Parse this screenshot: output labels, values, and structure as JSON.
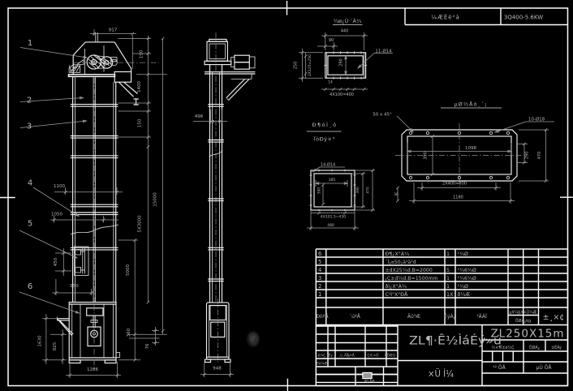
{
  "drawing": {
    "type": "CAD assembly drawing, bucket elevator",
    "background": "#000000",
    "line_color": "#ffffff",
    "dim_color": "#9f9f9f"
  },
  "top_bar": {
    "cell1": "¼ÆÈë²á",
    "cell2": "3Q400-5.6KW"
  },
  "front_view": {
    "balloons": [
      "1",
      "2",
      "3",
      "4",
      "5",
      "6"
    ],
    "dims": {
      "d917": "917",
      "d190": "190",
      "d1400": "1400",
      "d150": "150",
      "d15000": "15000",
      "d5x3000": "5X3000",
      "d5000": "5000",
      "d1100": "1100",
      "d1050": "1050",
      "d450": "450",
      "d950": "950",
      "d1630": "1630",
      "d825": "825",
      "d1286": "1286",
      "d360": "360",
      "d76": "76"
    }
  },
  "side_view": {
    "dims": {
      "d496": "496",
      "d948": "948"
    }
  },
  "detail_flange_top": {
    "title": "¼ø¿Ú·¨À¼",
    "dims": {
      "d440": "440",
      "d90": "90",
      "d290": "290",
      "d250": "250",
      "d2x125": "2X125=250",
      "d4x100": "4X100=400",
      "d14": "14",
      "holes": "11-Ø14"
    }
  },
  "note_fraction": {
    "line1": "Ð¶óÌ¸ó",
    "line2": "ÏòÐý×°"
  },
  "chamfer_note": "50 x 45°",
  "detail_flange_inlet": {
    "holes": "14-Ø14",
    "dims": {
      "d385": "385",
      "d390_inner": "390",
      "d390_right": "390",
      "d470_right": "470",
      "d4x101": "4X101.5=430",
      "d480": "480"
    }
  },
  "detail_foundation": {
    "title": "µØ½Åò¸´¡",
    "holes": "10-Ø18",
    "dims": {
      "d1098": "1098",
      "d390": "390",
      "d290": "290",
      "d470": "470",
      "d2x400": "2X400=800",
      "d1180": "1180",
      "d36": "36"
    }
  },
  "parts_table": {
    "header": {
      "no": "ÐòºÅ",
      "code": "´úºÅ",
      "name": "Ãû³Æ",
      "qty": "ÊýÁ¿",
      "material": "²ÄÁÏ",
      "weight_top": "µ¥¼þX×Ü¼Æ",
      "weight_bottom": "ÖØÁ¿kg",
      "remark": "±¸×¢"
    },
    "rows": [
      {
        "no": "6",
        "code": "",
        "name": "Ð¶¿X°À¼",
        "qty": "1",
        "material": "¹¼Ø"
      },
      {
        "no": "5",
        "code": "",
        "name": "´Ì¡¤50¡ä¹ä¹d",
        "qty": "",
        "material": ""
      },
      {
        "no": "4",
        "code": "",
        "name": "±dX25¼d.B=2000",
        "qty": "5",
        "material": "¹¼6¼Ø"
      },
      {
        "no": "3",
        "code": "",
        "name": "¡Ç±d¼d.B=1500mm",
        "qty": "1",
        "material": "¹¼6¼Ø"
      },
      {
        "no": "2",
        "code": "",
        "name": "ðÌ¿X°À¼",
        "qty": "1",
        "material": "¹¼Ø"
      },
      {
        "no": "1",
        "code": "",
        "name": "C¹Ì\"X°ÐÅ",
        "qty": "1X",
        "material": "ð¼Æ·"
      }
    ]
  },
  "title_block": {
    "product_title": "ZL¶·Ê½ÌáÉý»ú",
    "sheet_title": "×Ü Í¼",
    "model": "ZL250X15m",
    "sig_labels": [
      "±ê¼Ç´¦Êý",
      "¸ü¸ÄÎļþºÅ",
      "Ç©×Ö",
      "ÈÕÆÚ"
    ],
    "sig_row2": "Éè¼Æ",
    "std_label": "40 ÁØ",
    "stage_labels": [
      "½×¶Î±ê¼Ç",
      "ÖØÁ¿",
      "±ÈÀý"
    ],
    "sheets_left": "¹² ÕÅ",
    "sheets_right": "µÚ ÕÅ"
  }
}
